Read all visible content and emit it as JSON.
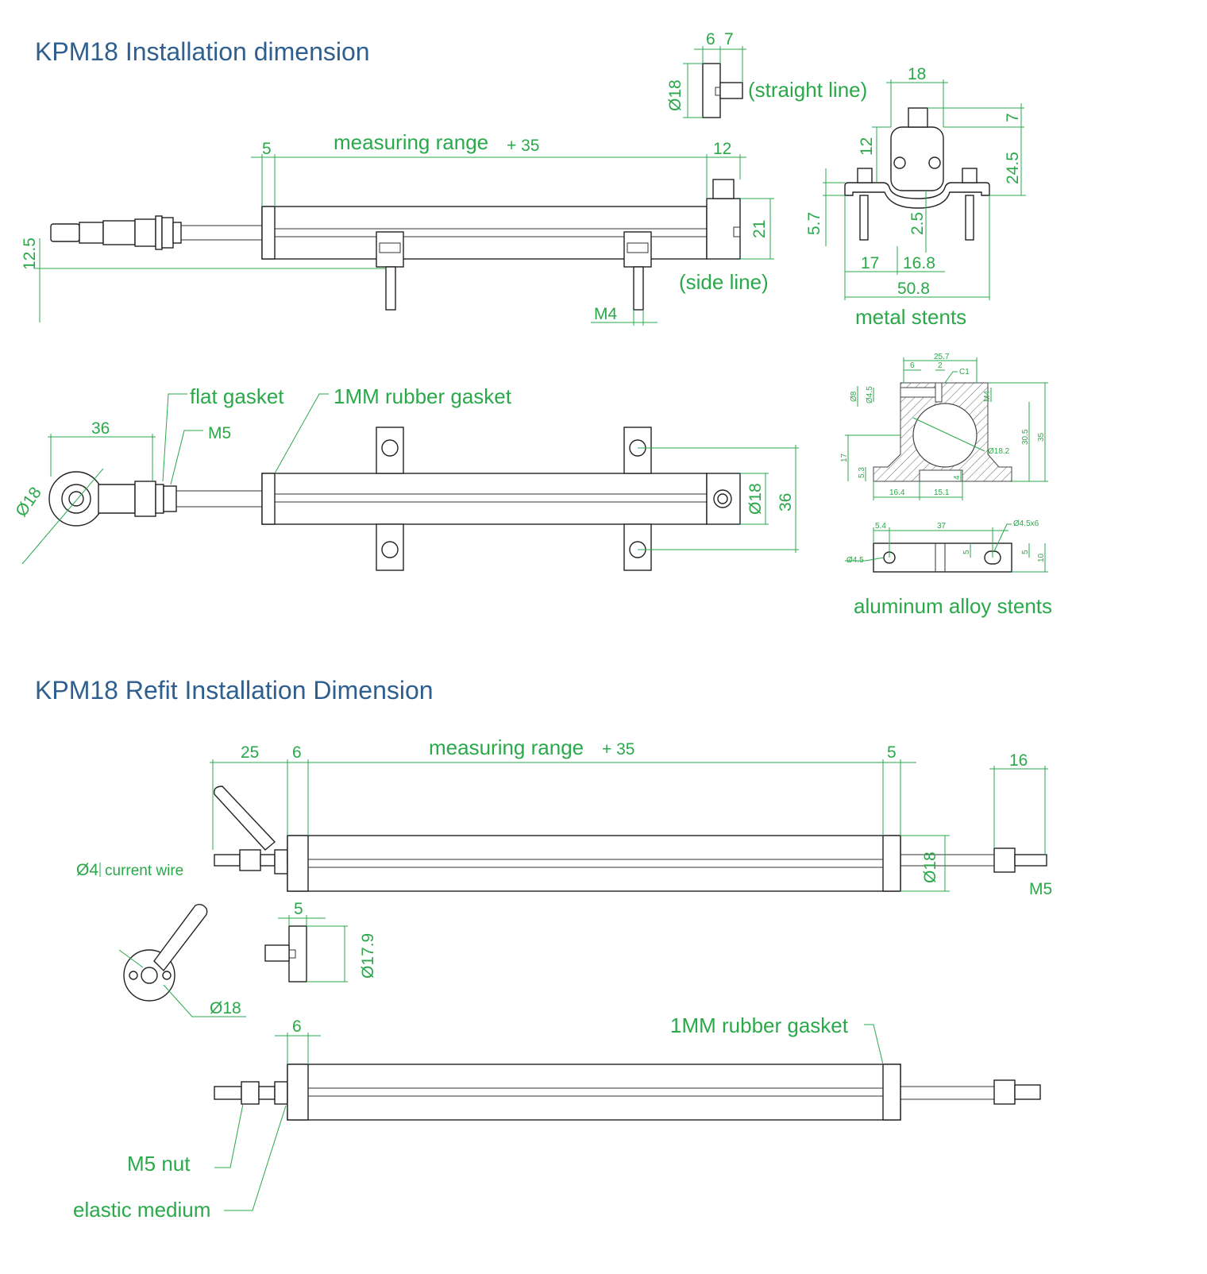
{
  "section1": {
    "title": "KPM18 Installation dimension",
    "straight_line_label": "(straight line)",
    "side_line_label": "(side line)",
    "measuring_range_label": "measuring range",
    "measuring_range_add": "+ 35",
    "dims": {
      "d6": "6",
      "d7": "7",
      "d18": "Ø18",
      "d5": "5",
      "d12": "12",
      "d21": "21",
      "d12_5": "12.5",
      "dM4": "M4",
      "d36": "36",
      "d36v": "36",
      "d18b": "Ø18",
      "dM5": "M5",
      "dphi18": "Ø18"
    },
    "flat_gasket_label": "flat gasket",
    "rubber_gasket_label": "1MM rubber gasket",
    "metal_stents": {
      "label": "metal stents",
      "d18": "18",
      "d7": "7",
      "d12": "12",
      "d24_5": "24.5",
      "d5_7": "5.7",
      "d2_5": "2.5",
      "d17": "17",
      "d16_8": "16.8",
      "d50_8": "50.8"
    },
    "aluminum_stents": {
      "label": "aluminum alloy stents",
      "d25_7": "25.7",
      "d6": "6",
      "d2": "2",
      "dC1": "C1",
      "d8": "Ø8",
      "d4_5": "Ø4.5",
      "dM4": "M4",
      "d30_5": "30.5",
      "d35": "35",
      "d17": "17",
      "d18_2": "Ø18.2",
      "d5_3": "5.3",
      "d4": "4",
      "d16_4": "16.4",
      "d15_1": "15.1",
      "d5_4": "5.4",
      "d37": "37",
      "d4_5x6": "Ø4.5x6",
      "dphi4_5": "Ø4.5",
      "d5a": "5",
      "d5b": "5",
      "d10": "10"
    }
  },
  "section2": {
    "title": "KPM18 Refit Installation Dimension",
    "measuring_range_label": "measuring range",
    "measuring_range_add": "+ 35",
    "dims": {
      "d25": "25",
      "d6": "6",
      "d5": "5",
      "d16": "16",
      "d18": "Ø18",
      "dM5": "M5",
      "d5b": "5",
      "d17_9": "Ø17.9",
      "d6b": "6",
      "dphi18": "Ø18"
    },
    "current_wire_prefix": "Ø4",
    "current_wire_label": "current wire",
    "rubber_gasket_label": "1MM rubber gasket",
    "nut_label": "M5 nut",
    "elastic_label": "elastic medium"
  }
}
